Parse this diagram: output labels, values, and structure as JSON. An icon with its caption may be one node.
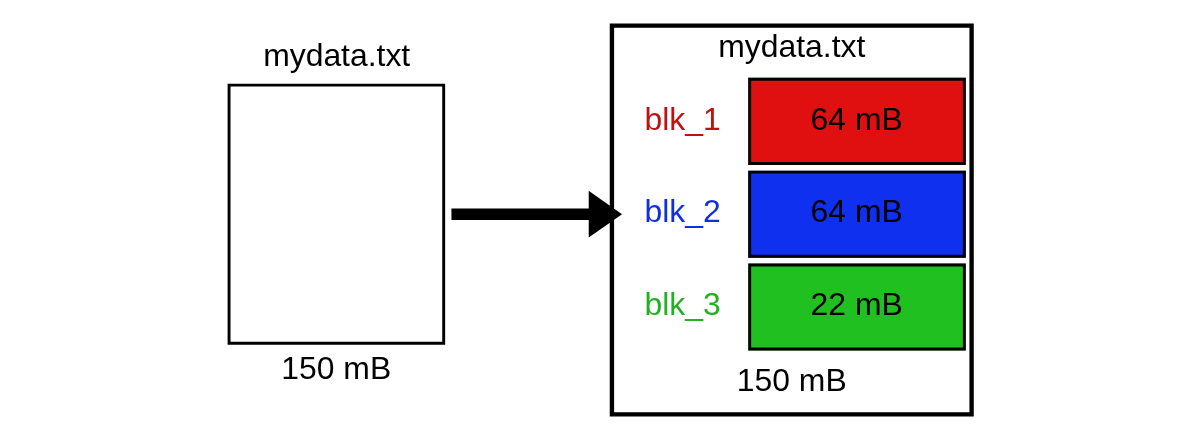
{
  "diagram": {
    "nodes": [
      {
        "text": [
          "mydata.txt"
        ],
        "beside": [
          "150 mB"
        ]
      },
      {
        "text": [
          "mydata.txt"
        ],
        "beside": [
          "150 mB"
        ]
      },
      {
        "text": [
          "64 mB"
        ],
        "in": 1,
        "beside": [
          "blk_1"
        ]
      },
      {
        "text": [
          "64 mB"
        ],
        "in": 1,
        "beside": [
          "blk_2"
        ]
      },
      {
        "text": [
          "22 mB"
        ],
        "in": 1,
        "beside": [
          "blk_3"
        ]
      }
    ],
    "edges": [
      {
        "from": 0,
        "to": 1,
        "arrow": "to"
      }
    ]
  }
}
